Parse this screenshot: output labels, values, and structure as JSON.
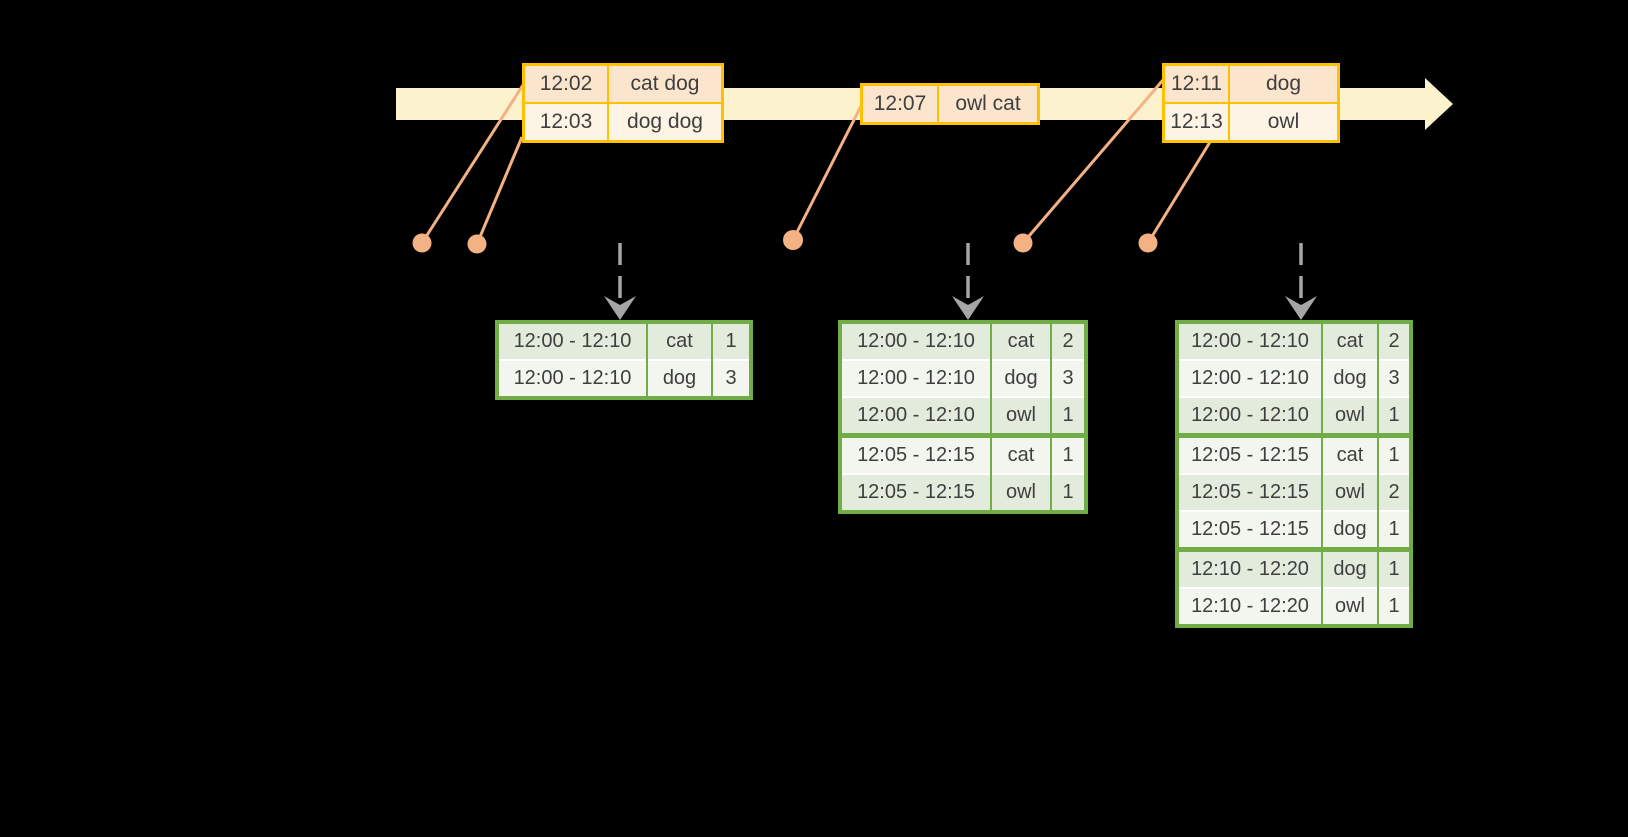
{
  "diagram": "streaming-windowed-word-counts",
  "colors": {
    "background": "#000000",
    "timeline_fill": "#FCF2CE",
    "event_table_border": "#FFC000",
    "event_row_peach": "#FBE5CC",
    "event_row_cream": "#FDF4E6",
    "event_dot": "#F4B183",
    "trigger_arrow_gray": "#A6A6A6",
    "result_table_border": "#70AD47",
    "result_row_green": "#E2EBDC",
    "result_row_white": "#F2F6EE",
    "text": "#3F3F3F"
  },
  "icons": {
    "timeline_arrow": "right-arrow",
    "event_dot": "filled-circle",
    "trigger_arrow": "dashed-down-arrow"
  },
  "event_tables": [
    {
      "rows": [
        {
          "time": "12:02",
          "words": "cat dog"
        },
        {
          "time": "12:03",
          "words": "dog dog"
        }
      ]
    },
    {
      "rows": [
        {
          "time": "12:07",
          "words": "owl cat"
        }
      ]
    },
    {
      "rows": [
        {
          "time": "12:11",
          "words": "dog"
        },
        {
          "time": "12:13",
          "words": "owl"
        }
      ]
    }
  ],
  "result_tables": [
    {
      "rows": [
        {
          "window": "12:00 - 12:10",
          "word": "cat",
          "count": "1"
        },
        {
          "window": "12:00 - 12:10",
          "word": "dog",
          "count": "3"
        }
      ]
    },
    {
      "rows": [
        {
          "window": "12:00 - 12:10",
          "word": "cat",
          "count": "2"
        },
        {
          "window": "12:00 - 12:10",
          "word": "dog",
          "count": "3"
        },
        {
          "window": "12:00 - 12:10",
          "word": "owl",
          "count": "1"
        },
        {
          "window": "12:05 - 12:15",
          "word": "cat",
          "count": "1"
        },
        {
          "window": "12:05 - 12:15",
          "word": "owl",
          "count": "1"
        }
      ]
    },
    {
      "rows": [
        {
          "window": "12:00 - 12:10",
          "word": "cat",
          "count": "2"
        },
        {
          "window": "12:00 - 12:10",
          "word": "dog",
          "count": "3"
        },
        {
          "window": "12:00 - 12:10",
          "word": "owl",
          "count": "1"
        },
        {
          "window": "12:05 - 12:15",
          "word": "cat",
          "count": "1"
        },
        {
          "window": "12:05 - 12:15",
          "word": "owl",
          "count": "2"
        },
        {
          "window": "12:05 - 12:15",
          "word": "dog",
          "count": "1"
        },
        {
          "window": "12:10 - 12:20",
          "word": "dog",
          "count": "1"
        },
        {
          "window": "12:10 - 12:20",
          "word": "owl",
          "count": "1"
        }
      ]
    }
  ]
}
